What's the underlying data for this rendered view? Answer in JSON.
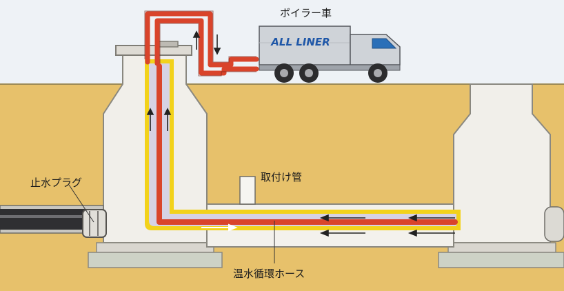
{
  "labels": {
    "boiler_truck": "ボイラー車",
    "truck_logo": "ALL LINER",
    "stop_plug": "止水プラグ",
    "mounting_pipe": "取付け管",
    "hot_water_hose": "温水循環ホース"
  },
  "colors": {
    "soil": "#e7c16b",
    "sky": "#eef2f6",
    "concrete": "#e6e4df",
    "manhole_interior": "#f1efea",
    "hose_red": "#d9442b",
    "liner_yellow": "#f2d21b",
    "liner_lavender": "#d6d2e4",
    "truck_body": "#cfd3d8",
    "truck_logo": "#1f57a8"
  }
}
